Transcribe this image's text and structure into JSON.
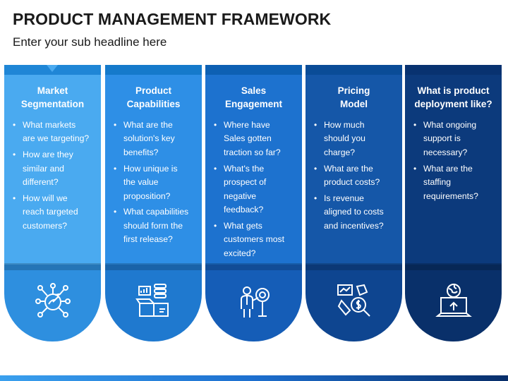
{
  "title": "PRODUCT MANAGEMENT FRAMEWORK",
  "subtitle": "Enter your sub headline here",
  "colors": {
    "col1": "#4aaaf0",
    "col2": "#2e8fe6",
    "col3": "#1d72cf",
    "col4": "#1557a8",
    "col5": "#0c3a7c"
  },
  "columns": [
    {
      "heading": [
        "Market",
        "Segmentation"
      ],
      "icon": "target-network-icon",
      "questions": [
        [
          "What markets",
          "are we targeting?"
        ],
        [
          "How are they",
          "similar and",
          "different?"
        ],
        [
          "How will we",
          "reach targeted",
          "customers?"
        ]
      ]
    },
    {
      "heading": [
        "Product",
        "Capabilities"
      ],
      "icon": "product-box-icon",
      "questions": [
        [
          "What are the",
          "solution's key",
          "benefits?"
        ],
        [
          "How unique is",
          "the value",
          "proposition?"
        ],
        [
          "What capabilities",
          "should form the",
          "first release?"
        ]
      ]
    },
    {
      "heading": [
        "Sales",
        "Engagement"
      ],
      "icon": "salesperson-target-icon",
      "questions": [
        [
          "Where have",
          "Sales gotten",
          "traction so far?"
        ],
        [
          "What's the",
          "prospect of",
          "negative",
          "feedback?"
        ],
        [
          "What gets",
          "customers most",
          "excited?"
        ]
      ]
    },
    {
      "heading": [
        "Pricing",
        "Model"
      ],
      "icon": "pricing-analysis-icon",
      "questions": [
        [
          "How much",
          "should you",
          "charge?"
        ],
        [
          "What are the",
          "product costs?"
        ],
        [
          "Is revenue",
          "aligned to costs",
          "and incentives?"
        ]
      ]
    },
    {
      "heading": [
        "What is product",
        "deployment like?"
      ],
      "icon": "laptop-globe-upload-icon",
      "questions": [
        [
          "What ongoing",
          "support is",
          "necessary?"
        ],
        [
          "What are the",
          "staffing",
          "requirements?"
        ]
      ]
    }
  ]
}
